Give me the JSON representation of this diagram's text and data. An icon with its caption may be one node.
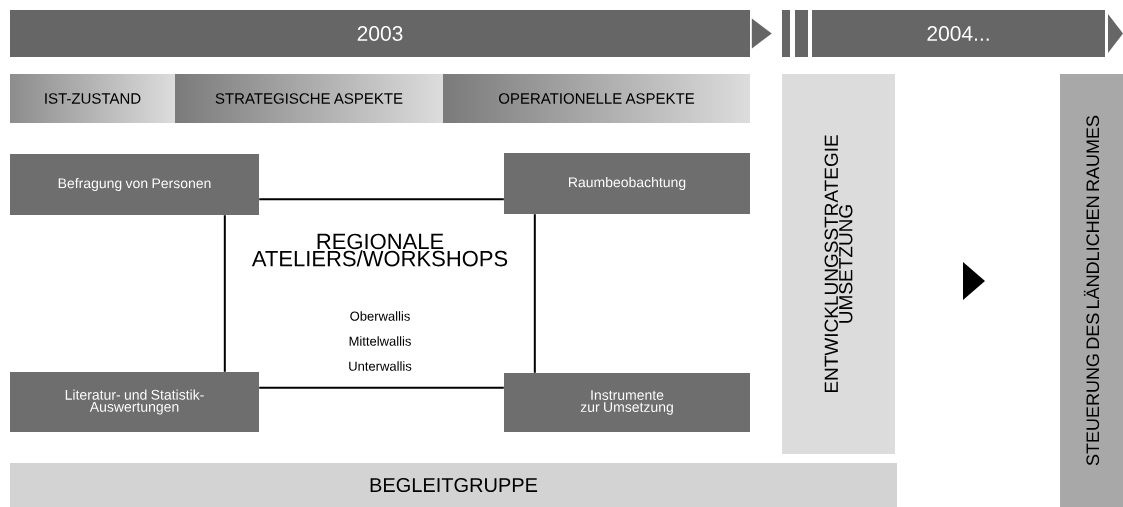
{
  "diagram": {
    "nodes": [
      {
        "text": [
          "2003"
        ]
      },
      {
        "text": [
          "2004..."
        ]
      },
      {
        "text": [
          "IST-ZUSTAND"
        ]
      },
      {
        "text": [
          "STRATEGISCHE ASPEKTE"
        ]
      },
      {
        "text": [
          "OPERATIONELLE ASPEKTE"
        ]
      },
      {
        "text": [
          "Befragung von Personen"
        ]
      },
      {
        "text": [
          "Raumbeobachtung"
        ]
      },
      {
        "text": [
          "Literatur- und Statistik-Auswertungen"
        ]
      },
      {
        "text": [
          "Instrumente zur Umsetzung"
        ]
      },
      {
        "text": [
          "ENTWICKLUNGSSTRATEGIE UMSETZUNG"
        ]
      },
      {
        "text": [
          "STEUERUNG DES LÄNDLICHEN RAUMES"
        ]
      },
      {
        "text": [
          "BEGLEITGRUPPE"
        ]
      }
    ],
    "edges": [
      {
        "from": 0,
        "to": 1,
        "arrow": "to"
      },
      {
        "from": 5,
        "to": 6,
        "arrow": "none"
      },
      {
        "from": 5,
        "to": 7,
        "arrow": "none"
      },
      {
        "from": 6,
        "to": 8,
        "arrow": "none"
      },
      {
        "from": 7,
        "to": 8,
        "arrow": "none"
      }
    ],
    "labels": [
      "REGIONALE ATELIERS/WORKSHOPS",
      "Oberwallis",
      "Mittelwallis",
      "Unterwallis"
    ]
  }
}
